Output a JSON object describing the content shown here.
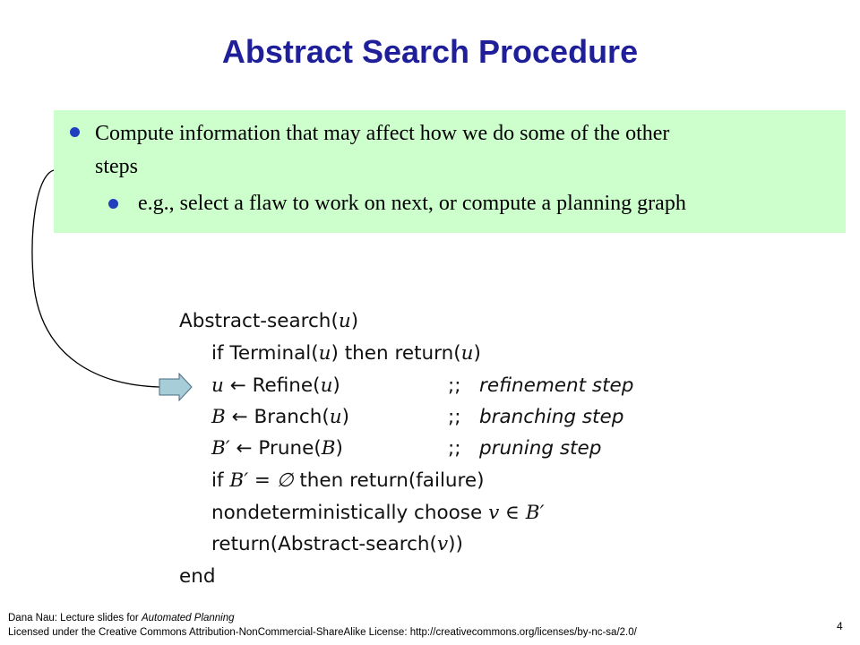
{
  "title": "Abstract Search Procedure",
  "bullets": [
    {
      "line1": "Compute information that may affect how we do some of the other",
      "line2": "steps"
    },
    {
      "text": "e.g., select a flaw to work on next, or compute a planning graph"
    }
  ],
  "algorithm": {
    "header": "Abstract-search",
    "header_arg": "u",
    "line_if_terminal": {
      "kw_if": "if",
      "fn": "Terminal",
      "arg": "u",
      "kw_then": "then",
      "ret": "return",
      "ret_arg": "u"
    },
    "line_refine": {
      "lhs": "u",
      "arrow": "←",
      "fn": "Refine",
      "arg": "u",
      "comment_mark": ";;",
      "comment": "refinement step"
    },
    "line_branch": {
      "lhs": "B",
      "arrow": "←",
      "fn": "Branch",
      "arg": "u",
      "comment_mark": ";;",
      "comment": "branching step"
    },
    "line_prune": {
      "lhs": "B′",
      "arrow": "←",
      "fn": "Prune",
      "arg": "B",
      "comment_mark": ";;",
      "comment": "pruning step"
    },
    "line_if_empty": {
      "kw_if": "if",
      "cond": "B′ = ∅",
      "kw_then": "then",
      "ret": "return(failure)"
    },
    "line_choose": {
      "text": "nondeterministically choose",
      "expr": "v ∈ B′"
    },
    "line_return": {
      "pre": "return(Abstract-search(",
      "arg": "v",
      "post": "))"
    },
    "end": "end"
  },
  "footer": {
    "line1_prefix": "Dana Nau:  Lecture slides for ",
    "line1_italic": "Automated Planning",
    "line2": "Licensed under the Creative Commons Attribution-NonCommercial-ShareAlike  License: http://creativecommons.org/licenses/by-nc-sa/2.0/"
  },
  "page_number": "4",
  "colors": {
    "title": "#1f1f99",
    "box_background": "#ccffcc",
    "bullet": "#1f3fbf",
    "arrow_fill": "#a6cdd8"
  }
}
